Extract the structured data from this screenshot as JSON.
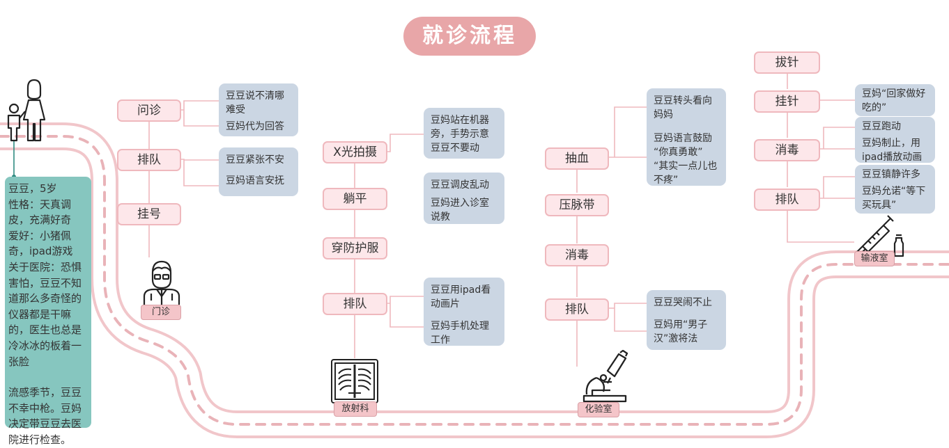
{
  "title": "就诊流程",
  "child_card": {
    "para1": "豆豆，5岁\n性格：天真调皮，充满好奇\n爱好：小猪佩奇，ipad游戏\n关于医院：恐惧害怕，豆豆不知道那么多奇怪的仪器都是干嘛的，医生也总是冷冰冰的板着一张脸",
    "para2": "流感季节，豆豆不幸中枪。豆妈决定带豆豆去医院进行检查。"
  },
  "stations": [
    {
      "label": "门诊",
      "icon": "doctor-icon"
    },
    {
      "label": "放射科",
      "icon": "xray-icon"
    },
    {
      "label": "化验室",
      "icon": "microscope-icon"
    },
    {
      "label": "输液室",
      "icon": "syringe-icon"
    }
  ],
  "clinic": {
    "steps": [
      "挂号",
      "排队",
      "问诊"
    ],
    "notes": {
      "wenzhen": [
        "豆豆说不清哪难受",
        "豆妈代为回答"
      ],
      "paidui": [
        "豆豆紧张不安",
        "豆妈语言安抚"
      ]
    }
  },
  "radiology": {
    "steps": [
      "排队",
      "穿防护服",
      "躺平",
      "X光拍摄"
    ],
    "notes": {
      "xray": [
        "豆妈站在机器旁，手势示意豆豆不要动"
      ],
      "middle": [
        "豆豆调皮乱动",
        "豆妈进入诊室说教"
      ],
      "paidui": [
        "豆豆用ipad看动画片",
        "豆妈手机处理工作"
      ]
    }
  },
  "lab": {
    "steps": [
      "排队",
      "消毒",
      "压脉带",
      "抽血"
    ],
    "notes": {
      "choxue": [
        "豆豆转头看向妈妈",
        "豆妈语言鼓励\n“你真勇敢”\n“其实一点儿也不疼”"
      ],
      "paidui": [
        "豆豆哭闹不止",
        "豆妈用“男子汉”激将法"
      ]
    }
  },
  "infusion": {
    "steps": [
      "排队",
      "消毒",
      "挂针",
      "拔针"
    ],
    "notes": {
      "guazhen": [
        "豆妈“回家做好吃的”"
      ],
      "xiaodu": [
        "豆豆跑动",
        "豆妈制止，用ipad播放动画"
      ],
      "paidui": [
        "豆豆镇静许多",
        "豆妈允诺“等下买玩具”"
      ]
    }
  },
  "colors": {
    "road": "#f1c6ca",
    "dash": "#e9b3b8",
    "step_fill": "#fde7ea",
    "step_border": "#efb8bd",
    "note": "#cbd6e3",
    "child_card": "#86c6bf",
    "title": "#e8a6a8"
  }
}
